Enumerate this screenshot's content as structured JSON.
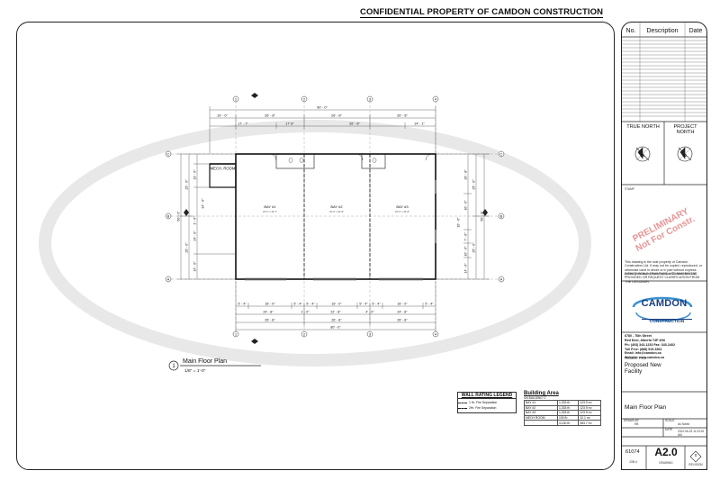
{
  "header": {
    "confidential": "CONFIDENTIAL PROPERTY OF CAMDON CONSTRUCTION"
  },
  "revisions": {
    "col_no": "No.",
    "col_desc": "Description",
    "col_date": "Date"
  },
  "north": {
    "true_label": "TRUE NORTH",
    "project_label": "PROJECT NORTH"
  },
  "stamp": {
    "label": "STAMP",
    "prelim_line1": "PRELIMINARY",
    "prelim_line2": "Not For Constr."
  },
  "disclaimer": {
    "p1": "This drawing is the sole property of Camdon Construction Ltd. It may not be copied, reproduced, or otherwise used in whole or in part without express written permission from Camdon Construction Ltd.",
    "p2": "DO NOT SCALE DRAWINGS. USE DIMENSIONS PROVIDED OR REQUEST CLARIFICATION FROM THE DESIGNER."
  },
  "company": {
    "name": "CAMDON",
    "sub": "CONSTRUCTION",
    "address": "6780 - 76th Street",
    "city": "Red Deer, Alberta T4P 4G6",
    "phone": "Ph: (403) 343-1233   Fax: 343-2402",
    "tollfree": "Toll Free: (888) 519-3361",
    "email": "Email: info@camdon.ca",
    "website": "Website: www.camdon.ca"
  },
  "project": {
    "label": "PROJECT TITLE",
    "title": "Proposed New Facility"
  },
  "drawing": {
    "title": "Main Floor Plan",
    "drawn_by_label": "DRAWN BY",
    "drawn_by": "HB",
    "scale_label": "SCALE",
    "scale": "As Noted",
    "date_label": "DATE",
    "date": "2022-06-23 11:23:51 AM",
    "job_no": "61074",
    "job_label": "JOB #",
    "sheet": "A2.0",
    "sheet_label": "DRAWING",
    "revision": "0",
    "revision_label": "REVISION"
  },
  "plan_title": {
    "number": "1",
    "name": "Main Floor Plan",
    "scale": "1/8\" = 1'-0\""
  },
  "plan": {
    "grid_cols": [
      "1",
      "2",
      "3",
      "4"
    ],
    "grid_rows": [
      "C",
      "B",
      "A"
    ],
    "top_overall": "90' - 0\"",
    "top_bays": [
      "10' - 0\"",
      "26' - 8\"",
      "26' - 8\"",
      "26' - 8\""
    ],
    "top_inner": [
      "17' - 7\"",
      "17' 8\"",
      "26' - 8\"",
      "14' - 1\""
    ],
    "bottom_row1": [
      "5' - 4\"",
      "16' - 0\"",
      "5' - 4\"",
      "5' - 4\"",
      "16' - 0\"",
      "5' - 4\"",
      "5' - 4\"",
      "16' - 0\"",
      "5' - 4\""
    ],
    "bottom_row2": [
      "24' - 8\"",
      "1' - 0\"",
      "22' - 8\"",
      "4' - 0\"",
      "24' - 8\""
    ],
    "bottom_row3": [
      "26' - 8\"",
      "26' - 8\"",
      "26' - 8\""
    ],
    "bottom_overall": "80' - 0\"",
    "left_overall": "50' - 0\"",
    "left_dims": [
      "25' - 0\"",
      "25' - 0\""
    ],
    "left_inner": [
      "13' - 0\"",
      "34' - 0\"",
      "1' - 0\"",
      "24' - 0\"",
      "14' - 0\""
    ],
    "right_overall": "50' - 0\"",
    "right_dims": [
      "25' - 0\"",
      "25' - 0\""
    ],
    "right_inner": [
      "20' - 8\"",
      "10' - 0\"",
      "16' - 0\"",
      "7' - 6\"",
      "10' - 0\"",
      "14' - 6\""
    ],
    "mech_room": "MECH. ROOM",
    "bays": [
      {
        "name": "BAY #1",
        "area": "25'-0\" x 46'-7\""
      },
      {
        "name": "BAY #2",
        "area": "25'-0\" x 26'-8\""
      },
      {
        "name": "BAY #3",
        "area": "25'-0\" x 26'-8\""
      }
    ]
  },
  "wall_legend": {
    "title": "WALL RATING LEGEND",
    "rows": [
      "1 Hr. Fire Separation",
      "2Hr. Fire Separation"
    ]
  },
  "building_area": {
    "title": "Building Area",
    "subtitle": "ON BUILDING 'C'",
    "rows": [
      [
        "BAY #1",
        "1,333 ft²",
        "123.9 m²"
      ],
      [
        "BAY #2",
        "1,333 ft²",
        "123.9 m²"
      ],
      [
        "BAY #3",
        "1,333 ft²",
        "123.9 m²"
      ],
      [
        "MECH ROOM",
        "130 ft²",
        "12.1 m²"
      ],
      [
        "",
        "4,130 ft²",
        "383.7 m²"
      ]
    ]
  }
}
